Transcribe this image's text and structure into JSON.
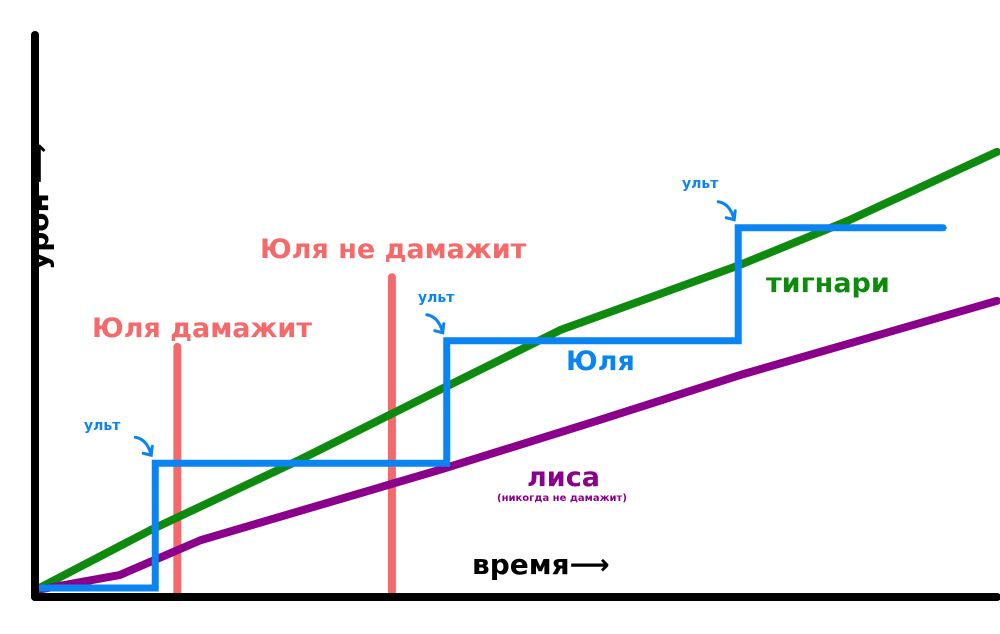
{
  "chart_data": {
    "type": "line",
    "title": "",
    "xlabel": "время",
    "ylabel": "урон",
    "xlim": [
      0,
      100
    ],
    "ylim": [
      0,
      100
    ],
    "grid": false,
    "series": [
      {
        "name": "тигнари",
        "color": "#0e8a0e",
        "x": [
          0,
          12,
          27.5,
          42,
          54.6,
          73.3,
          84.7,
          100
        ],
        "y": [
          1.2,
          11.9,
          24.4,
          36.8,
          47.5,
          59.1,
          67.1,
          79.2
        ]
      },
      {
        "name": "лиса",
        "note": "(никогда не дамажит)",
        "color": "#8b008b",
        "x": [
          0,
          8.8,
          17.2,
          42,
          58.7,
          73.3,
          100
        ],
        "y": [
          1.2,
          3.9,
          10.1,
          22.6,
          31.5,
          39.5,
          52.7
        ]
      },
      {
        "name": "Юля",
        "color": "#0a84f0",
        "x": [
          0,
          12.5,
          12.5,
          42.8,
          42.8,
          73.1,
          73.1,
          94.4
        ],
        "y": [
          1.6,
          1.6,
          23.8,
          23.8,
          45.6,
          45.6,
          65.7,
          65.7
        ]
      }
    ],
    "markers": [
      {
        "label": "Юля дамажит",
        "x": 14.8,
        "y_range": [
          0.4,
          44.5
        ],
        "color": "#f46a6a"
      },
      {
        "label": "Юля не дамажит",
        "x": 37.1,
        "y_range": [
          0.9,
          56.9
        ],
        "color": "#f46a6a"
      }
    ],
    "annotations": [
      {
        "text": "ульт",
        "x": 12.5,
        "y": 23.8
      },
      {
        "text": "ульт",
        "x": 42.8,
        "y": 45.6
      },
      {
        "text": "ульт",
        "x": 73.1,
        "y": 65.7
      }
    ]
  }
}
